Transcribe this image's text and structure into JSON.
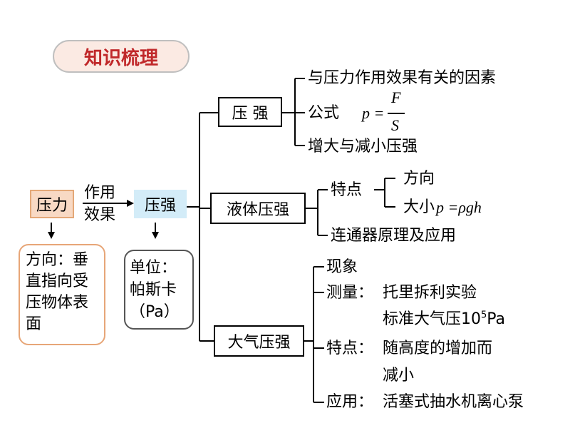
{
  "header": {
    "title": "知识梳理"
  },
  "left": {
    "force_box": "压力",
    "relation_line1": "作用",
    "relation_line2": "效果",
    "pressure_box": "压强",
    "direction_lines": [
      "方向：垂",
      "直指向受",
      "压物体表",
      "面"
    ],
    "unit_lines": [
      "单位：",
      "帕斯卡",
      "（Pa）"
    ]
  },
  "branches": {
    "solid": {
      "label": "压 强",
      "items": {
        "factors": "与压力作用效果有关的因素",
        "formula_label": "公式",
        "formula_lhs": "p =",
        "formula_num": "F",
        "formula_den": "S",
        "change": "增大与减小压强"
      }
    },
    "liquid": {
      "label": "液体压强",
      "features_label": "特点",
      "direction": "方向",
      "size_label": "大小",
      "size_formula": "p =ρgh",
      "connected": "连通器原理及应用"
    },
    "atmosphere": {
      "label": "大气压强",
      "phenomenon": "现象",
      "measure_label": "测量：",
      "measure_line1": "托里拆利实验",
      "measure_line2_prefix": "标准大气压10",
      "measure_line2_exp": "5",
      "measure_line2_suffix": "Pa",
      "features_label": "特点：",
      "features_line1": "随高度的增加而",
      "features_line2": "减小",
      "application_label": "应用：",
      "application_text": "活塞式抽水机离心泵"
    }
  },
  "colors": {
    "title_red": "#c0282a",
    "title_pill_bg": "#fbeae3",
    "force_box_fill": "#f8d9c4",
    "force_box_border": "#e4a878",
    "pressure_box_fill": "#d3ecf8",
    "direction_border": "#e7a678"
  }
}
